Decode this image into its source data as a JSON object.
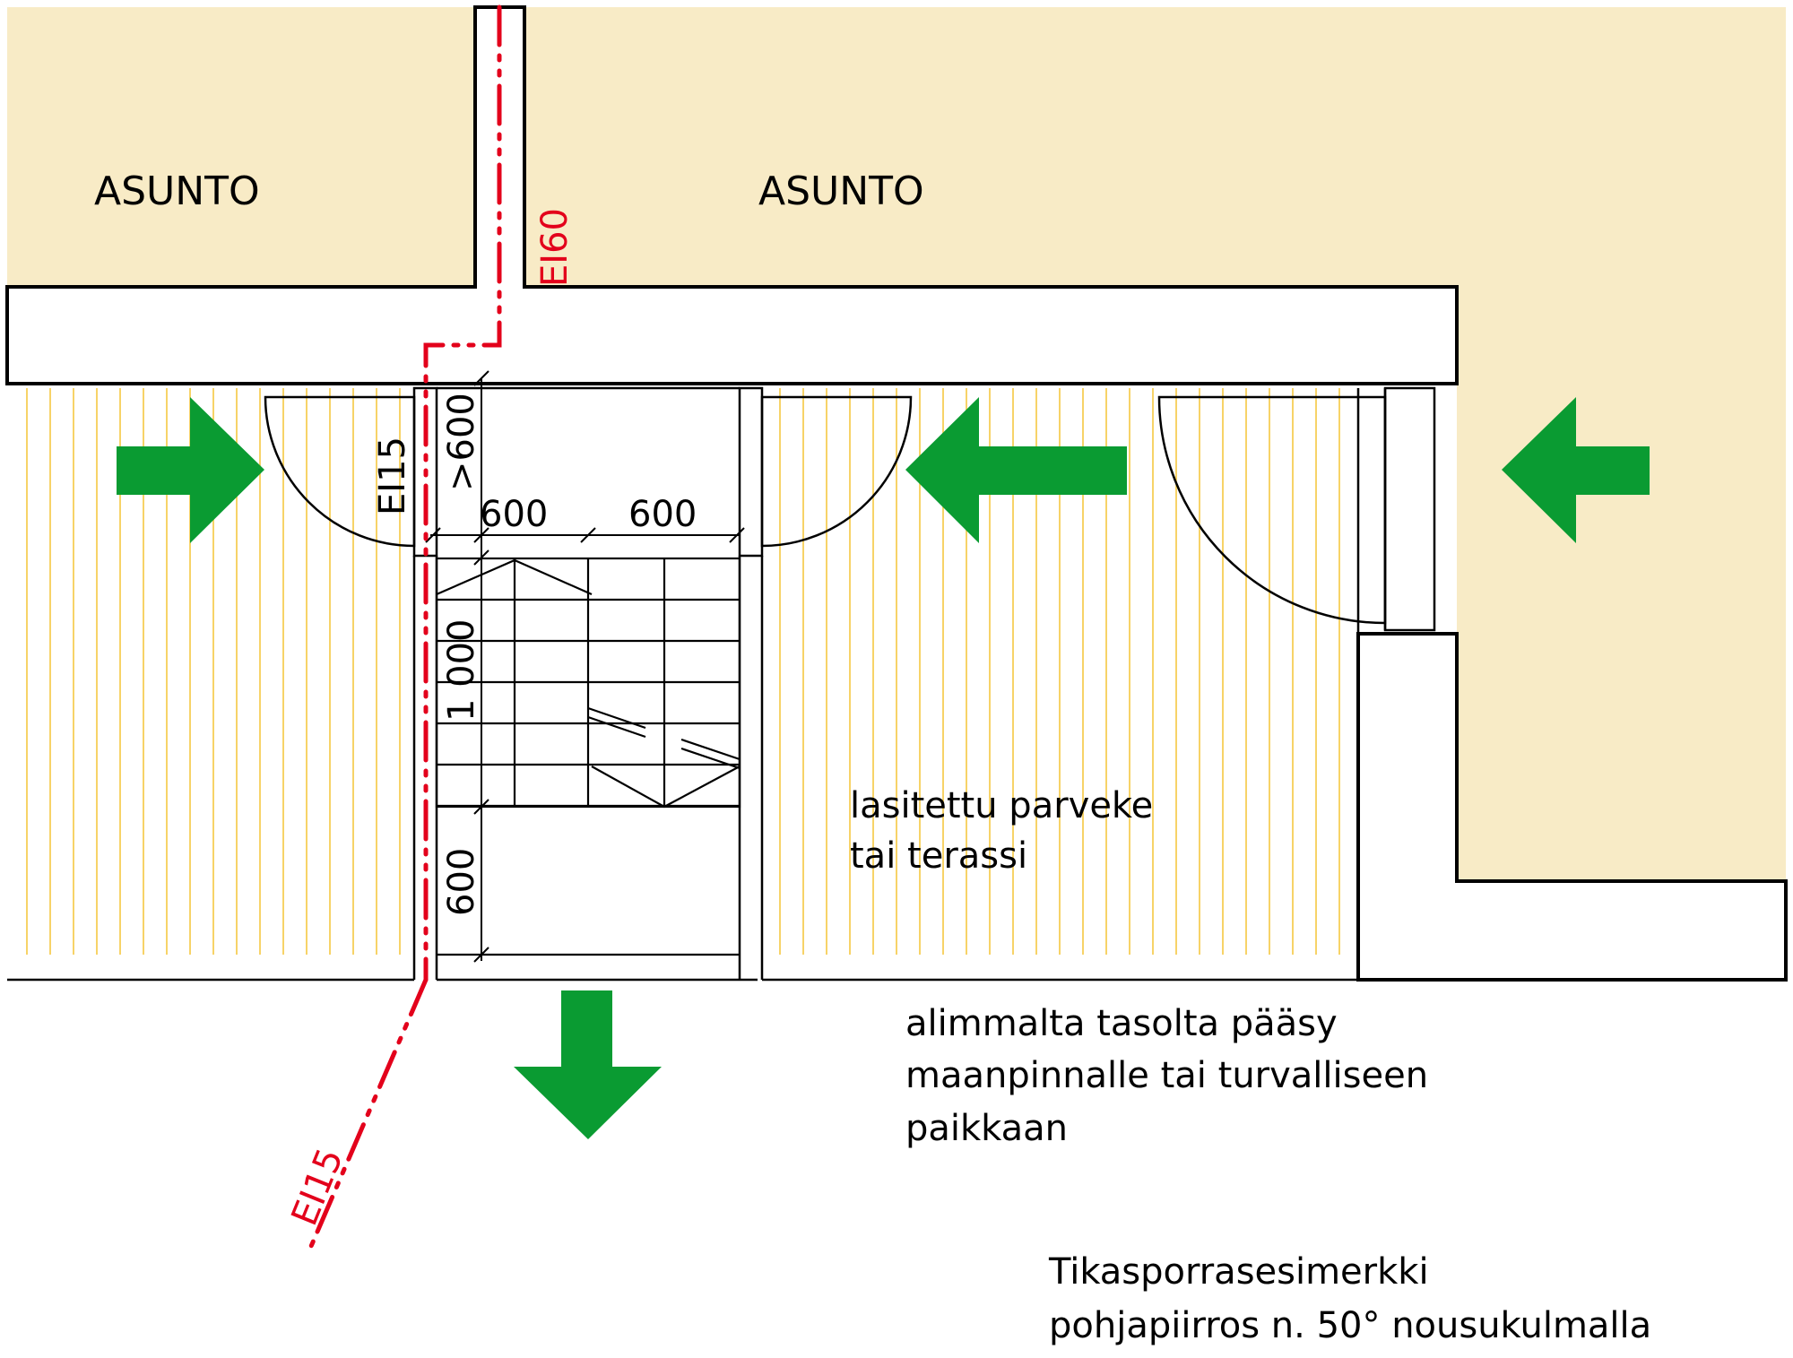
{
  "rooms": {
    "left_label": "ASUNTO",
    "right_label": "ASUNTO"
  },
  "fire_ratings": {
    "wall_vertical": "EI60",
    "stair_wall": "EI15",
    "outer_line": "EI15"
  },
  "dimensions": {
    "opening_height": ">600",
    "width_left": "600",
    "width_right": "600",
    "ladder_length": "1 000",
    "landing_length": "600"
  },
  "notes": {
    "balcony_line1": "lasitettu parveke",
    "balcony_line2": "tai terassi",
    "exit_line1": "alimmalta tasolta pääsy",
    "exit_line2": "maanpinnalle tai turvalliseen",
    "exit_line3": "paikkaan",
    "caption_line1": "Tikasporrasesimerkki",
    "caption_line2": "pohjapiirros n. 50° nousukulmalla"
  },
  "colors": {
    "apartment_fill": "#f8ebc6",
    "balcony_hatch": "#f5c842",
    "fire_line": "#e3001b",
    "arrow": "#0a9b32",
    "wall": "#000000"
  },
  "arrows": [
    "arrow-right",
    "arrow-left",
    "arrow-left",
    "arrow-down"
  ]
}
